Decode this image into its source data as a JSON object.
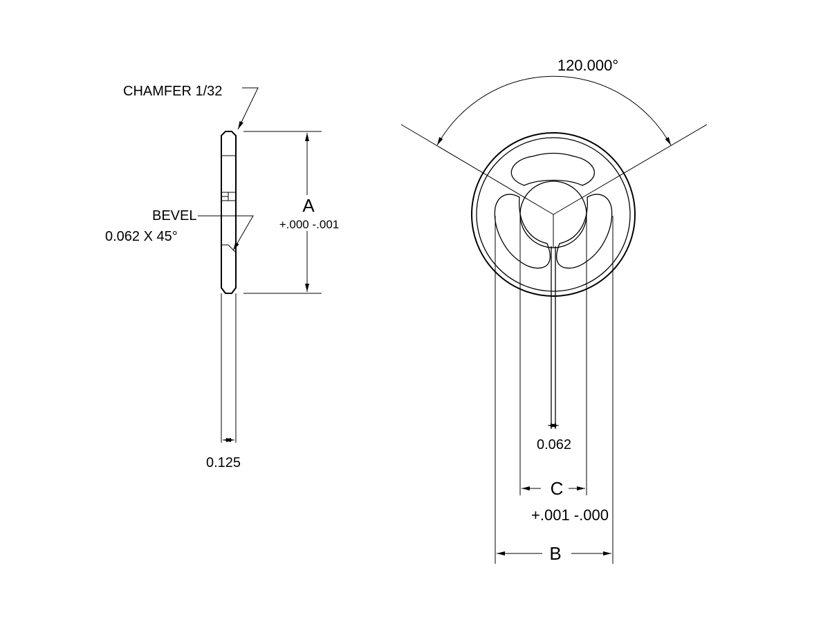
{
  "drawing": {
    "angle_label": "120.000°",
    "chamfer_label": "CHAMFER 1/32",
    "bevel_label": "BEVEL",
    "bevel_size": "0.062 X 45°",
    "dim_a": "A",
    "dim_a_tol": "+.000 -.001",
    "thickness": "0.125",
    "slot_width": "0.062",
    "dim_c": "C",
    "dim_c_tol": "+.001 -.000",
    "dim_b": "B"
  }
}
